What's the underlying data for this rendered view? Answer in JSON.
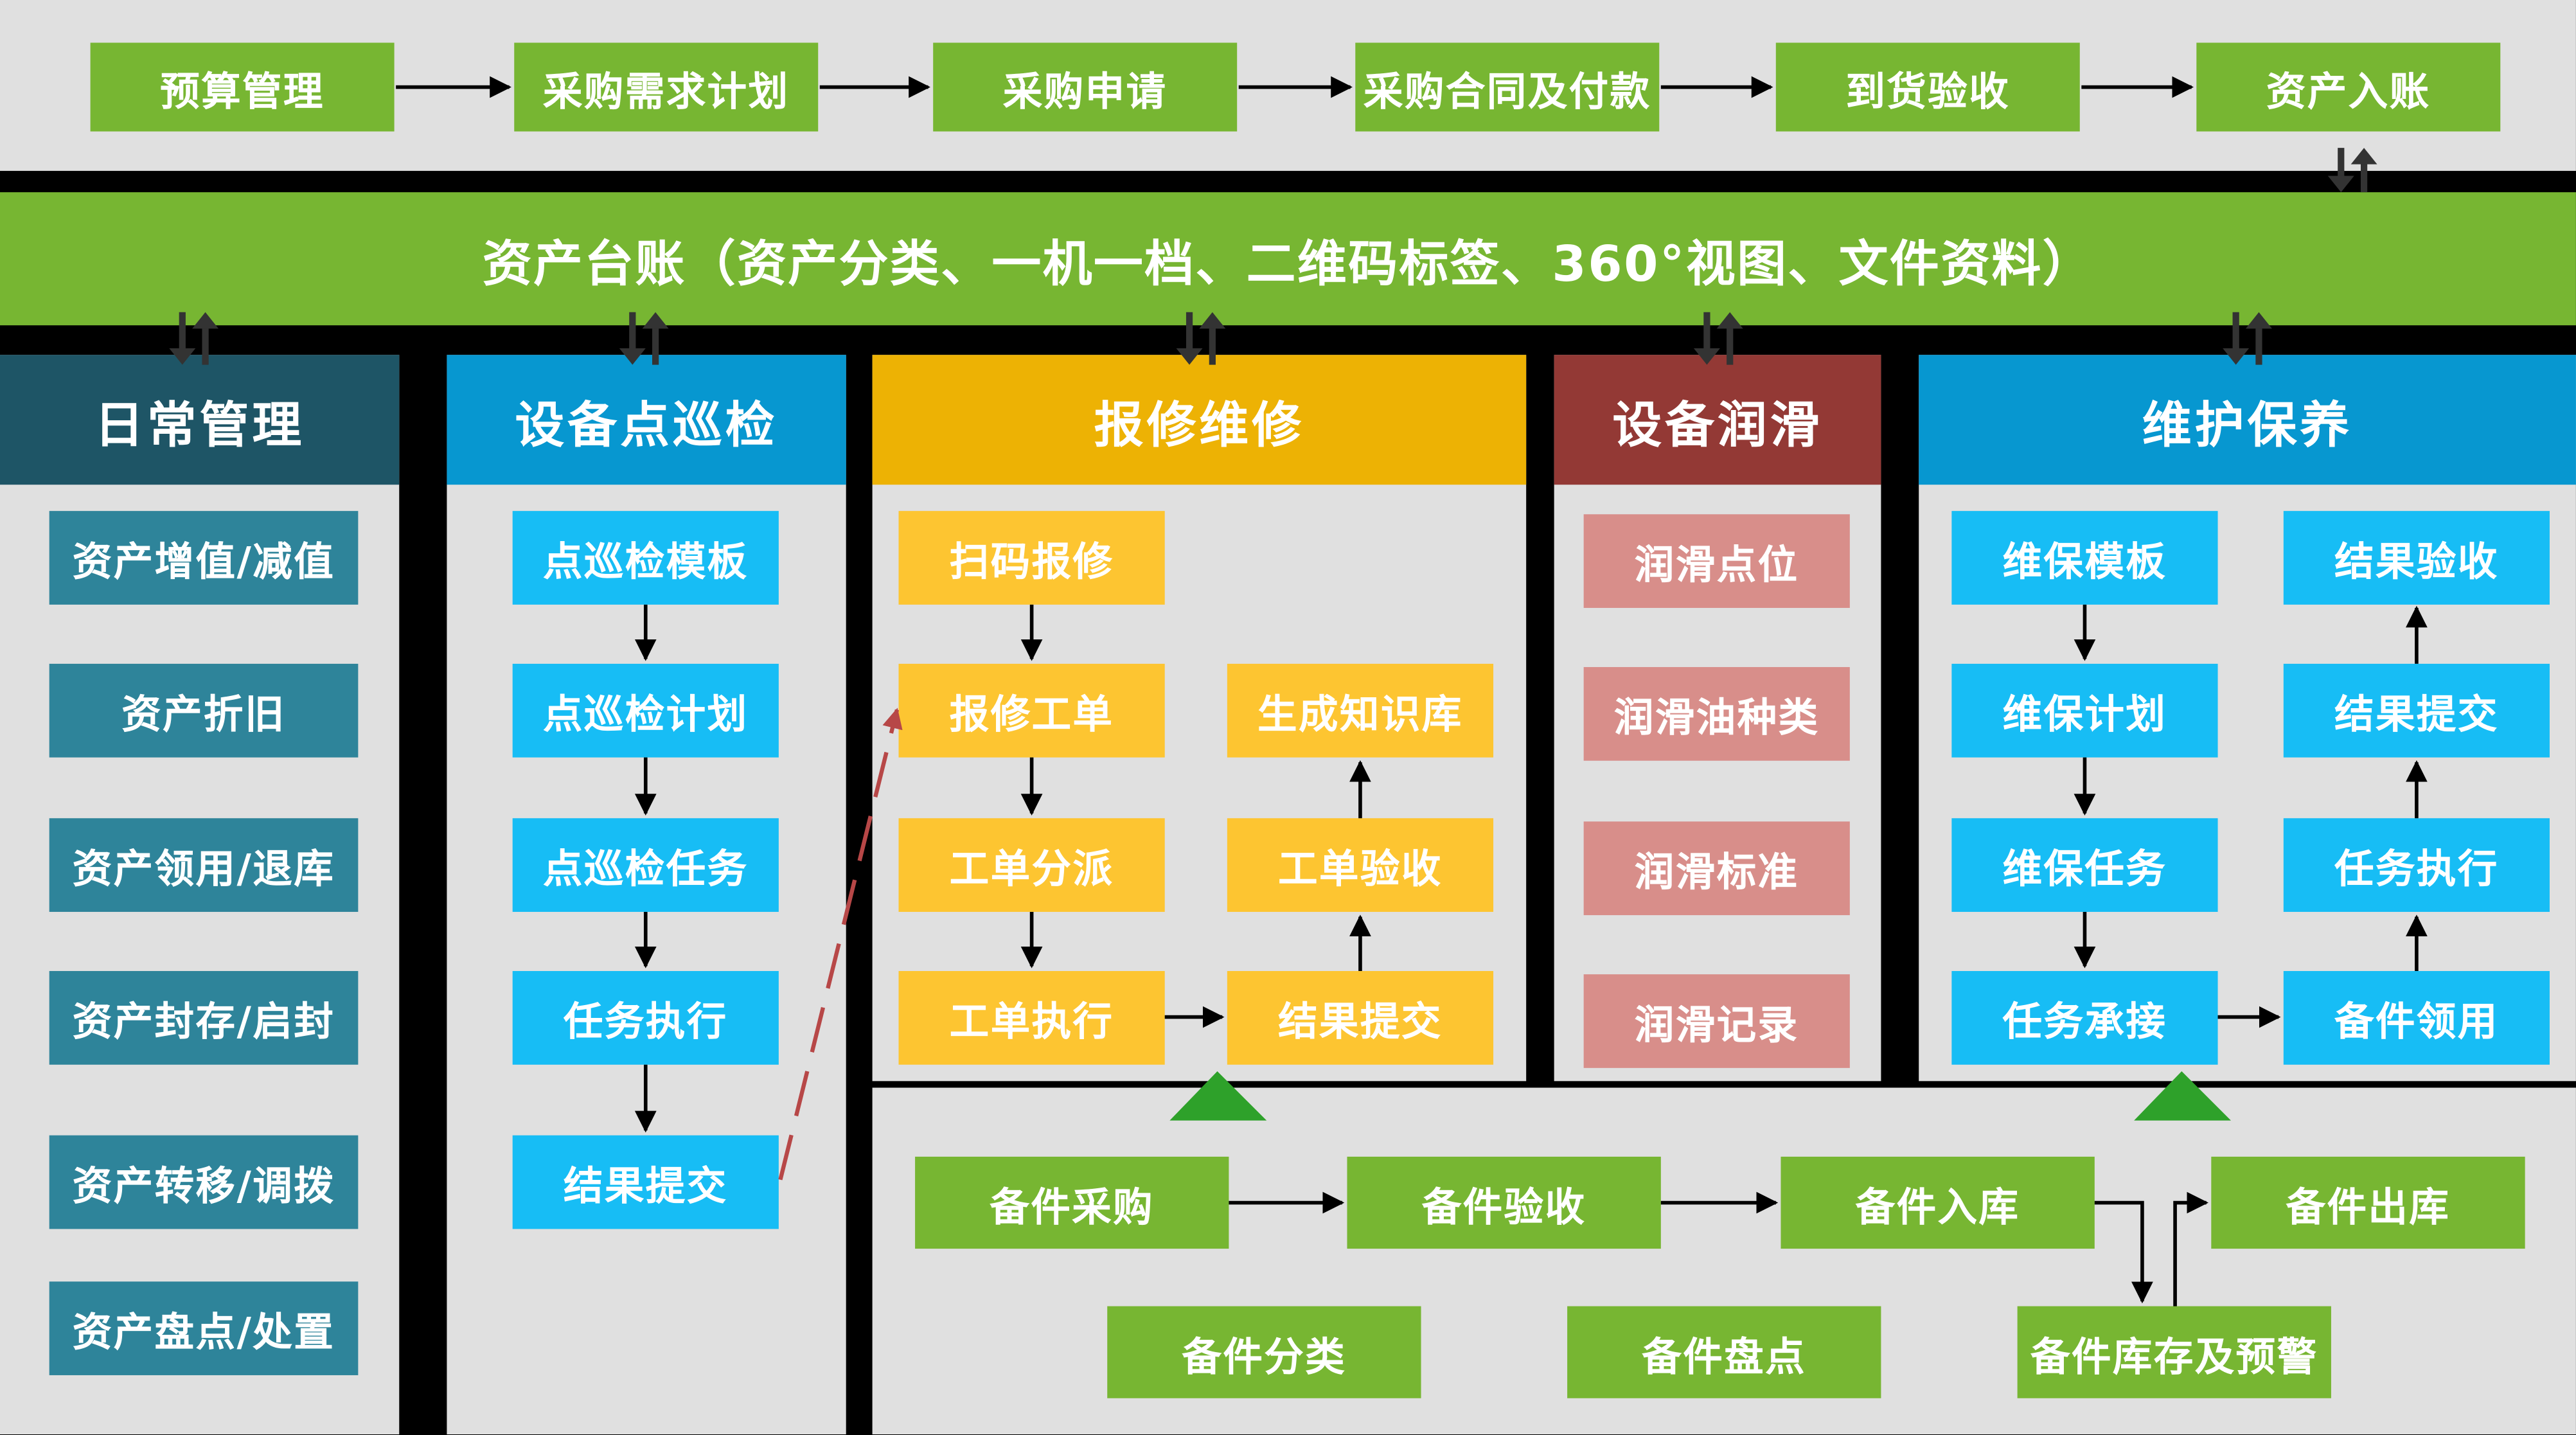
{
  "top_flow": [
    "预算管理",
    "采购需求计划",
    "采购申请",
    "采购合同及付款",
    "到货验收",
    "资产入账"
  ],
  "banner": "资产台账（资产分类、一机一档、二维码标签、360°视图、文件资料）",
  "daily": {
    "title": "日常管理",
    "items": [
      "资产增值/减值",
      "资产折旧",
      "资产领用/退库",
      "资产封存/启封",
      "资产转移/调拨",
      "资产盘点/处置"
    ]
  },
  "inspection": {
    "title": "设备点巡检",
    "items": [
      "点巡检模板",
      "点巡检计划",
      "点巡检任务",
      "任务执行",
      "结果提交"
    ]
  },
  "repair": {
    "title": "报修维修",
    "left": [
      "扫码报修",
      "报修工单",
      "工单分派",
      "工单执行"
    ],
    "right": [
      "生成知识库",
      "工单验收",
      "结果提交"
    ]
  },
  "lubrication": {
    "title": "设备润滑",
    "items": [
      "润滑点位",
      "润滑油种类",
      "润滑标准",
      "润滑记录"
    ]
  },
  "maintenance": {
    "title": "维护保养",
    "left": [
      "维保模板",
      "维保计划",
      "维保任务",
      "任务承接"
    ],
    "right": [
      "结果验收",
      "结果提交",
      "任务执行",
      "备件领用"
    ]
  },
  "spare_parts": {
    "row1": [
      "备件采购",
      "备件验收",
      "备件入库",
      "备件出库"
    ],
    "row2": [
      "备件分类",
      "备件盘点",
      "备件库存及预警"
    ]
  },
  "colors": {
    "green": "#77b632",
    "cyan": "#17bdf5",
    "yellow": "#fdc531",
    "pink": "#d88e8a",
    "teal": "#2e849a",
    "dark_teal_header": "#1e5566",
    "blue_header": "#0797d0",
    "gold_header": "#edb204",
    "maroon_header": "#933935",
    "panel": "#e0e0e0",
    "dashed": "#b74747"
  }
}
